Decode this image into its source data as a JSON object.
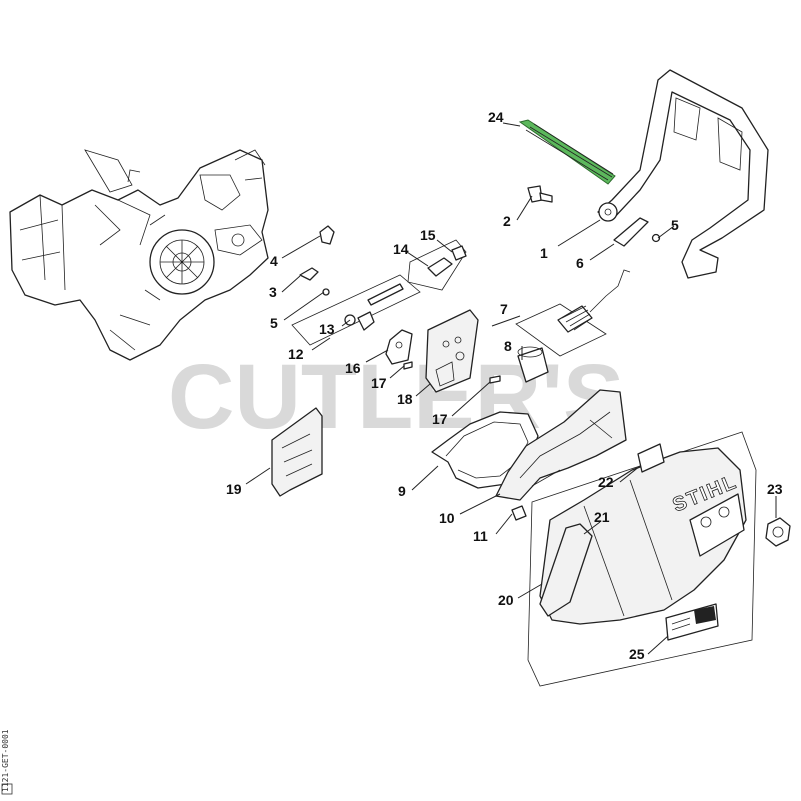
{
  "watermark": "CUTLER'S",
  "drawing_code": "1121-GET-0001",
  "brand_mark": "STIHL",
  "highlight_color": "#5cb85c",
  "callouts": [
    {
      "id": "c1",
      "label": "1"
    },
    {
      "id": "c2",
      "label": "2"
    },
    {
      "id": "c3",
      "label": "3"
    },
    {
      "id": "c4",
      "label": "4"
    },
    {
      "id": "c5a",
      "label": "5"
    },
    {
      "id": "c5b",
      "label": "5"
    },
    {
      "id": "c6",
      "label": "6"
    },
    {
      "id": "c7",
      "label": "7"
    },
    {
      "id": "c8",
      "label": "8"
    },
    {
      "id": "c9",
      "label": "9"
    },
    {
      "id": "c10",
      "label": "10"
    },
    {
      "id": "c11",
      "label": "11"
    },
    {
      "id": "c12",
      "label": "12"
    },
    {
      "id": "c13",
      "label": "13"
    },
    {
      "id": "c14",
      "label": "14"
    },
    {
      "id": "c15",
      "label": "15"
    },
    {
      "id": "c16",
      "label": "16"
    },
    {
      "id": "c17a",
      "label": "17"
    },
    {
      "id": "c17b",
      "label": "17"
    },
    {
      "id": "c19",
      "label": "19"
    },
    {
      "id": "c18",
      "label": "18"
    },
    {
      "id": "c20",
      "label": "20"
    },
    {
      "id": "c21",
      "label": "21"
    },
    {
      "id": "c22",
      "label": "22"
    },
    {
      "id": "c23",
      "label": "23"
    },
    {
      "id": "c24",
      "label": "24"
    },
    {
      "id": "c25",
      "label": "25"
    }
  ]
}
